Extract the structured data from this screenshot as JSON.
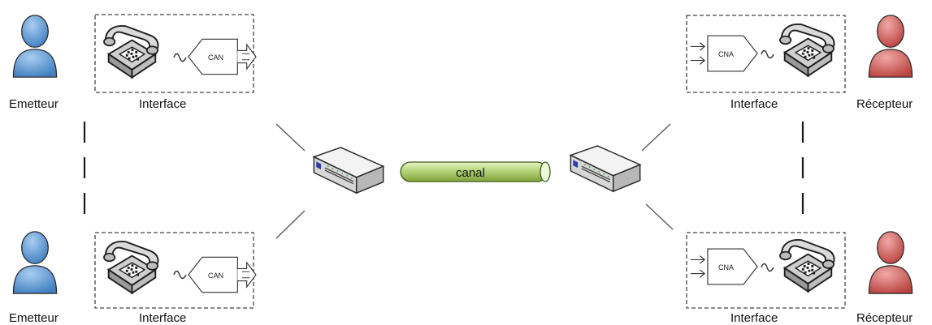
{
  "channel": {
    "label": "canal"
  },
  "left": {
    "person_label": "Emetteur",
    "interface_label": "Interface",
    "converter_label": "CAN",
    "person_color": "#5b9bd5"
  },
  "right": {
    "person_label": "Récepteur",
    "interface_label": "Interface",
    "converter_label": "CNA",
    "person_color": "#c0504d"
  },
  "colors": {
    "channel_fill": "#9bbb59",
    "channel_light": "#d7e9a8",
    "switch_body": "#e8e8e8",
    "phone_body": "#d9d9d9"
  }
}
